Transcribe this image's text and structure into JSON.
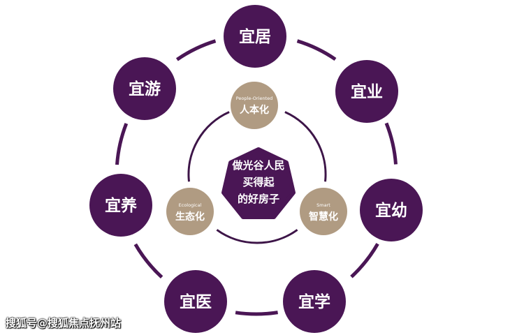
{
  "colors": {
    "purple": "#4a1655",
    "tan": "#b09b82",
    "ring": "#4a1655",
    "inner_ring": "#3d1548"
  },
  "outer_nodes": [
    {
      "label": "宜居"
    },
    {
      "label": "宜业"
    },
    {
      "label": "宜幼"
    },
    {
      "label": "宜学"
    },
    {
      "label": "宜医"
    },
    {
      "label": "宜养"
    },
    {
      "label": "宜游"
    }
  ],
  "inner_nodes": [
    {
      "sub": "People-Oriented",
      "main": "人本化"
    },
    {
      "sub": "Smart",
      "main": "智慧化"
    },
    {
      "sub": "Ecological",
      "main": "生态化"
    }
  ],
  "center": {
    "lines": [
      "做光谷人民",
      "买得起",
      "的好房子"
    ]
  },
  "watermark": "搜狐号@搜狐焦点抚州站"
}
